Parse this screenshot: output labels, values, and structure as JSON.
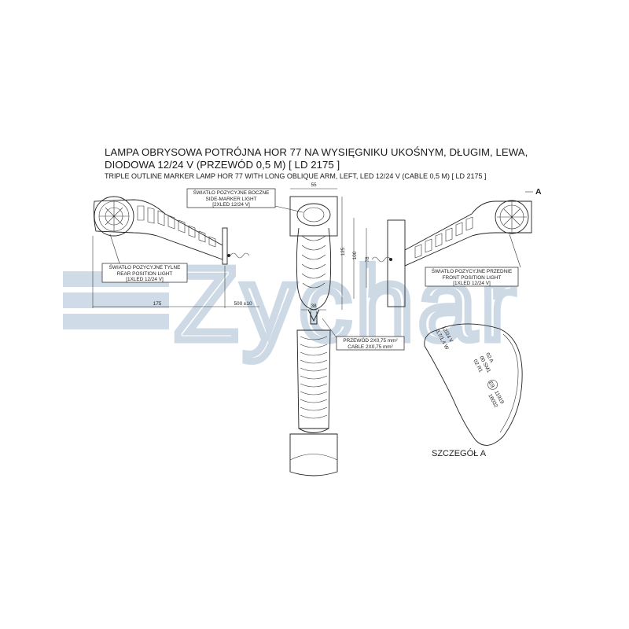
{
  "title": {
    "pl_line1": "LAMPA OBRYSOWA POTRÓJNA HOR 77 NA WYSIĘGNIKU UKOŚNYM, DŁUGIM, LEWA,",
    "pl_line2": "DIODOWA 12/24 V (PRZEWÓD 0,5 M) [ LD 2175 ]",
    "en": "TRIPLE OUTLINE MARKER LAMP HOR 77 WITH LONG OBLIQUE ARM, LEFT, LED 12/24 V (CABLE 0,5 M) [ LD 2175 ]"
  },
  "watermark": "Zychar",
  "labels": {
    "side": {
      "pl": "ŚWIATŁO POZYCYJNE BOCZNE",
      "en": "SIDE-MARKER LIGHT",
      "spec": "[2XLED 12/24 V]"
    },
    "rear": {
      "pl": "ŚWIATŁO POZYCYJNE TYLNE",
      "en": "REAR POSITION LIGHT",
      "spec": "[1XLED 12/24 V]"
    },
    "front": {
      "pl": "ŚWIATŁO POZYCYJNE PRZEDNIE",
      "en": "FRONT POSITION LIGHT",
      "spec": "[1XLED 12/24 V]"
    },
    "cable": {
      "pl": "PRZEWÓD 2X0,75 mm²",
      "en": "CABLE 2X0,75 mm²"
    }
  },
  "dimensions": {
    "width_top": "55",
    "width_base": "38",
    "height_125": "125",
    "height_100": "100",
    "height_78": "78",
    "arm_length": "175",
    "cable_length": "500 ±10"
  },
  "detail": {
    "marker": "A",
    "caption": "SZCZEGÓŁ A",
    "lines": [
      "12/24 V",
      "0,7/1,4 W",
      "02 A",
      "00 SM1",
      "02 R1",
      "11919",
      "16032"
    ],
    "emark": "E9"
  }
}
